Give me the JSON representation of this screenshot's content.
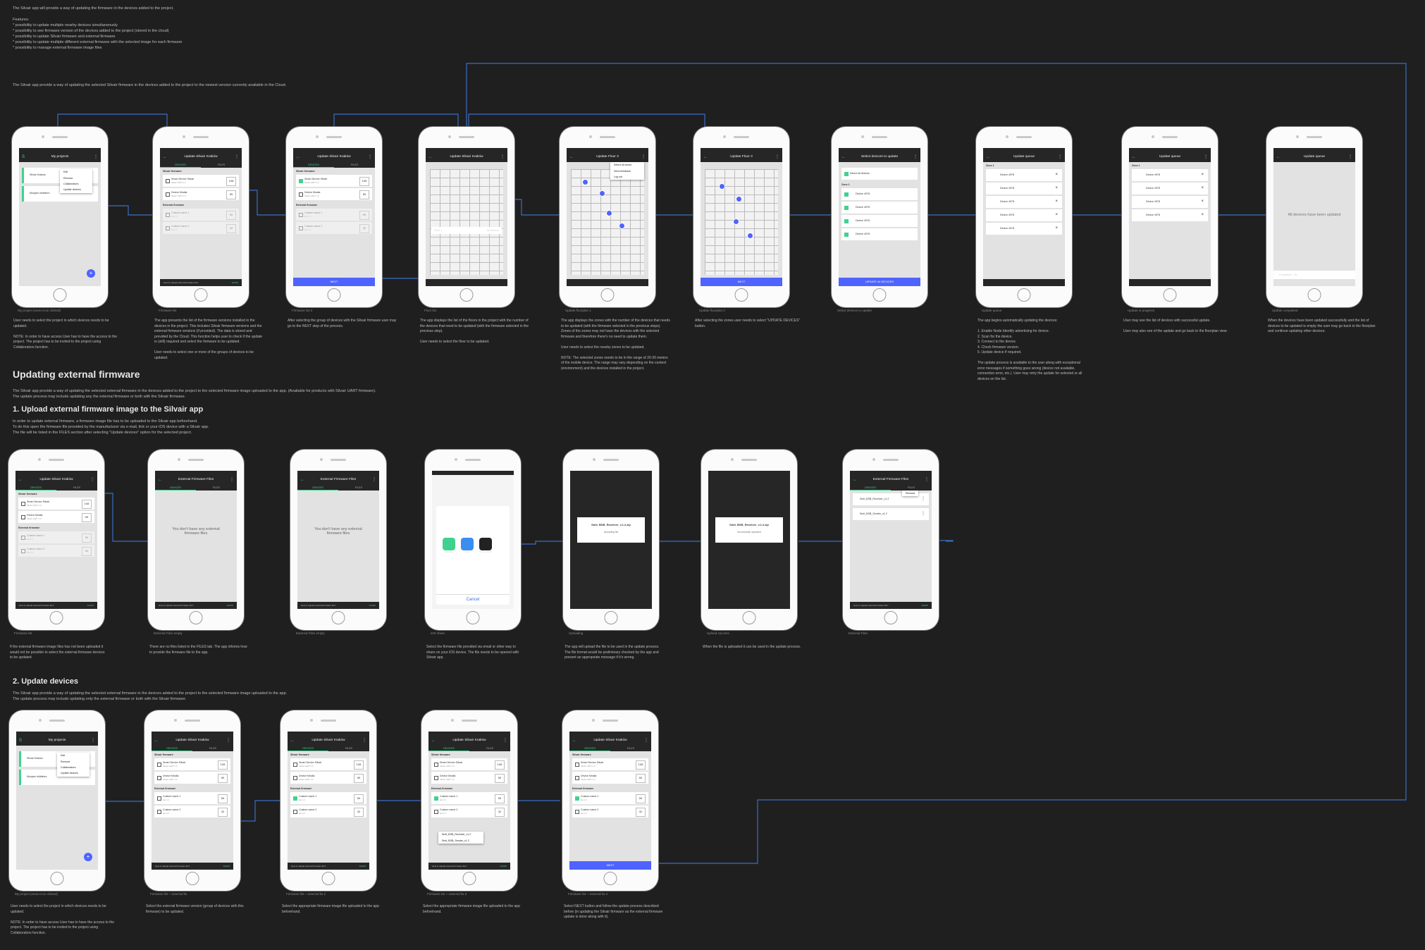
{
  "intro": {
    "lines": [
      "The Silvair app will provide a way of updating the firmware in the devices added to the project.",
      "",
      "Features:",
      "* possibility to update multiple nearby devices simultaneously",
      "* possibility to see firmware version of the devices added to the project (stored in the cloud)",
      "* possibility to update Silvair firmware and external firmware",
      "* possibility to update multiple different external firmware with the selected image for each firmware",
      "* possibility to manage external firmware image files"
    ],
    "summary": "The Silvair app provide a way of updating the selected Silvair firmware in the devices added to the project to the newest version currently available in the Cloud."
  },
  "row1": {
    "screens": [
      {
        "title": "My projects",
        "caption": "My project (menu-icon clicked)",
        "menu": [
          "Edit",
          "Remove",
          "Collaborators",
          "Update devices"
        ],
        "projects": [
          "Silvair Kraków",
          "Moujam Inhibitors"
        ]
      },
      {
        "title": "Update Silvair Kraków",
        "caption": "Firmware list"
      },
      {
        "title": "Update Silvair Kraków",
        "caption": "Firmware list 2"
      },
      {
        "title": "Update Silvair Kraków",
        "caption": "Floor list",
        "floors": [
          "Floor 1",
          "60 devices"
        ]
      },
      {
        "title": "Update Floor 3",
        "caption": "Update floorplan 1",
        "menu": [
          "Select all zones",
          "Send feedback",
          "Log out"
        ]
      },
      {
        "title": "Update Floor 3",
        "caption": "Update floorplan 2"
      },
      {
        "title": "Select devices to update",
        "caption": "Select devices to update"
      },
      {
        "title": "Update queue",
        "caption": "Update queue"
      },
      {
        "title": "Update queue",
        "caption": "Update in progress"
      },
      {
        "title": "Update queue",
        "caption": "Update completed",
        "done": "All devices have been updated",
        "completed": "Completed – 45"
      }
    ],
    "descriptions": [
      "User needs to select the project in which devices needs to be updated.\n\nNOTE: In order to have access User has to have the access to the project. The project has to be invited to the project using Collaborators function.",
      "The app presents the list of the firmware versions installed in the devices in the project. This includes Silvair firmware versions and the external firmware versions (if provided). The data is stored and provided by the Cloud. This function helps user to check if the update is (still) required and select the firmware to be updated.\n\nUser needs to select one or more of the groups of devices to be updated.",
      "After selecting the group of devices with the Silvair firmware user may go to the NEXT step of the process.",
      "The app displays the list of the floors in the project with the number of the devices that need to be updated (with the firmware selected in the previous step).\n\nUser needs to select the floor to be updated.",
      "The app displays the zones with the number of the devices that needs to be updated (with the firmware selected in the previous steps). Zones of the zones may not have the devices with the selected firmware and therefore there's no need to update them.\n\nUser needs to select the nearby zones to be updated.\n\nNOTE: The selected zones needs to be in the range of 20-30 meters of the mobile device. The range may vary depending on the context (environment) and the devices installed in the project.",
      "After selecting the zones user needs to select \"UPDATE DEVICES\" button.",
      "",
      "The app begins automatically updating the devices:\n\n1. Enable Node Identify advertising for device.\n2. Scan for the device.\n3. Connect to the device.\n4. Check firmware version.\n5. Update device if required.\n\nThe update process is available to the user along with exceptional error messages if something goes wrong (device not available, connection error, etc.). User may retry the update for selected or all devices on the list.",
      "User may see the list of devices with successful update.\n\nUser may also see of the update and go back to the floorplan view.",
      "When the devices have been updated successfully and the list of devices to be updated is empty the user may go back to the floorplan and continue updating other devices."
    ]
  },
  "external": {
    "heading": "Updating external firmware",
    "intro": "The Silvair app provide a way of updating the selected external firmware in the devices added to the project to the selected firmware image uploaded to the app. (Available for products with Silvair UART firmware).\nThe update process may include updating any the external firmware or both with the Silvair firmware.",
    "step1": {
      "heading": "1. Upload external firmware image to the Silvair app",
      "intro": "In order to update external firmware, a firmware image file has to be uploaded to the Silvair app beforehand.\nTo do this open the firmware file provided by the manufacturer via e-mail, link or your iOS device with a Silvair app.\nThe file will be listed in the FILES section after selecting \"Update devices\" option for the selected project.",
      "screens": [
        {
          "title": "Update Silvair Kraków",
          "caption": "Firmware list"
        },
        {
          "title": "External Firmware Files",
          "caption": "External Files empty",
          "empty": "You don't have any external firmware files"
        },
        {
          "title": "External Firmware Files",
          "caption": "External Files empty",
          "empty": "You don't have any external firmware files"
        },
        {
          "title": "",
          "caption": "iOS share",
          "cancel": "Cancel",
          "apps": [
            "Message",
            "Mail",
            "Save to Silvair"
          ]
        },
        {
          "title": "",
          "caption": "Uploading",
          "file": "Smit_BSB_Receiver_v.1.2.zip",
          "status": "Uploading file"
        },
        {
          "title": "",
          "caption": "Upload success",
          "file": "Smit_BSB_Receiver_v.1.2.zip",
          "status": "Successfully uploaded"
        },
        {
          "title": "External Firmware Files",
          "caption": "External Files",
          "files": [
            "Smit_BSB_Receiver_v1.2",
            "Smit_BSB_Sender_v1.2"
          ],
          "menu": "Remove"
        }
      ],
      "descriptions": [
        "If the external firmware image files has not been uploaded it would not be possible to select the external firmware devices to be updated.",
        "There are no files listed in the FILES tab. The app informs how to provide the firmware file to the app.",
        "",
        "Select the firmware file provided via email or other way to share on your iOS device. The file needs to be opened with Silvair app.",
        "The app will upload the file to be used in the update process. The file format would be preliminary checked by the app and present an appropriate message if it's wrong.",
        "When the file is uploaded it can be used in the update process.",
        ""
      ]
    },
    "step2": {
      "heading": "2. Update devices",
      "intro": "The Silvair app provide a way of updating the selected external firmware in the devices added to the project to the selected firmware image uploaded to the app.\nThe update process may include updating only the external firmware or both with the Silvair firmware.",
      "screens": [
        {
          "title": "My projects",
          "caption": "My project (menu-icon clicked)",
          "menu": [
            "Edit",
            "Remove",
            "Collaborators",
            "Update devices"
          ],
          "projects": [
            "Silvair Kraków",
            "Moujam Inhibitors"
          ]
        },
        {
          "title": "Update Silvair Kraków",
          "caption": "Firmware list + external fw"
        },
        {
          "title": "Update Silvair Kraków",
          "caption": "Firmware list + external fw 2"
        },
        {
          "title": "Update Silvair Kraków",
          "caption": "Firmware list + external fw 3"
        },
        {
          "title": "Update Silvair Kraków",
          "caption": "Firmware list + external fw 4"
        }
      ],
      "descriptions": [
        "User needs to select the project in which devices needs to be updated.\n\nNOTE: In order to have access User has to have the access to the project. The project has to be invited to the project using Collaborators function.",
        "Select the external firmware version (group of devices with this firmware) to be updated.",
        "Select the appropriate firmware image file uploaded to the app beforehand.",
        "Select the appropriate firmware image file uploaded to the app beforehand.",
        "Select NEXT button and follow the update process described before (in updating the Silvair firmware as the external firmware update is done along with it)."
      ]
    }
  },
  "firmware_rows": {
    "silvair_section": "Silvair firmware",
    "external_section": "External firmware",
    "items": [
      {
        "name": "Smart Device Silvair",
        "ver": "Silvair UART 1.0",
        "count": "108"
      },
      {
        "name": "Device Mxalia",
        "ver": "Silvair UART 1.0",
        "count": "59"
      },
      {
        "name": "Custom name 1",
        "ver": "Ext 1.0",
        "count": "59"
      },
      {
        "name": "Custom name 2",
        "ver": "Ext 1.0",
        "count": "32"
      }
    ],
    "bottom_hint": "How to upload external firmware file?",
    "bottom_action": "SHOW",
    "next": "NEXT",
    "update": "UPDATE 34 DEVICES",
    "select_all": "Select all devices",
    "device": "Device 4978",
    "zone": "Zone 1",
    "tabs": [
      "DEVICES",
      "FILES"
    ]
  },
  "colors": {
    "accent": "#3fd28f",
    "primary": "#4e63ff",
    "bg": "#1f1f1f",
    "wire": "#3a6ec4"
  }
}
